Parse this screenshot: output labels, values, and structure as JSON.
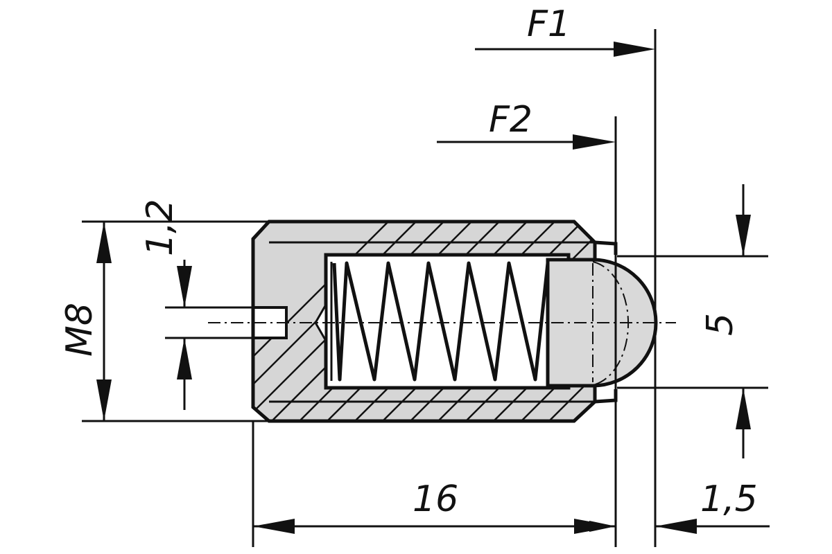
{
  "labels": {
    "f1": "F1",
    "f2": "F2",
    "thread": "M8",
    "slot_width": "1,2",
    "ball_diameter": "5",
    "length": "16",
    "ball_protrusion": "1,5"
  },
  "colors": {
    "line": "#111111",
    "section_fill": "#d6d6d6",
    "ball_fill": "#d9d9d9",
    "background": "#ffffff"
  }
}
